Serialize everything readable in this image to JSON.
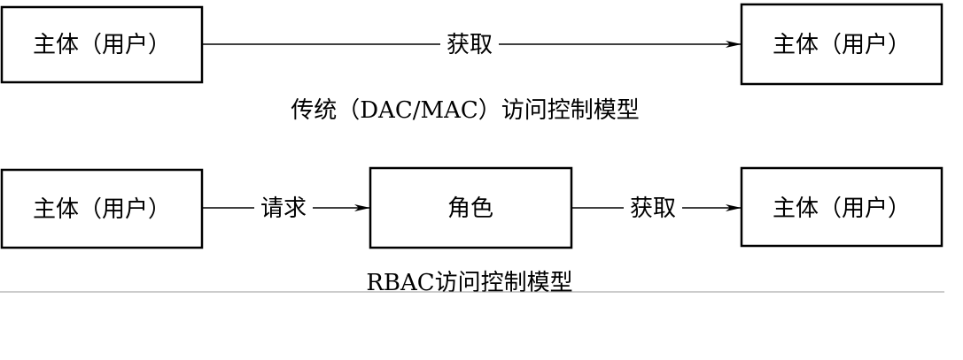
{
  "traditional": {
    "subject_box": "主体（用户）",
    "target_box": "主体（用户）",
    "edge_label": "获取",
    "caption": "传统（DAC/MAC）访问控制模型"
  },
  "rbac": {
    "subject_box": "主体（用户）",
    "role_box": "角色",
    "target_box": "主体（用户）",
    "edge1_label": "请求",
    "edge2_label": "获取",
    "caption": "RBAC访问控制模型"
  }
}
